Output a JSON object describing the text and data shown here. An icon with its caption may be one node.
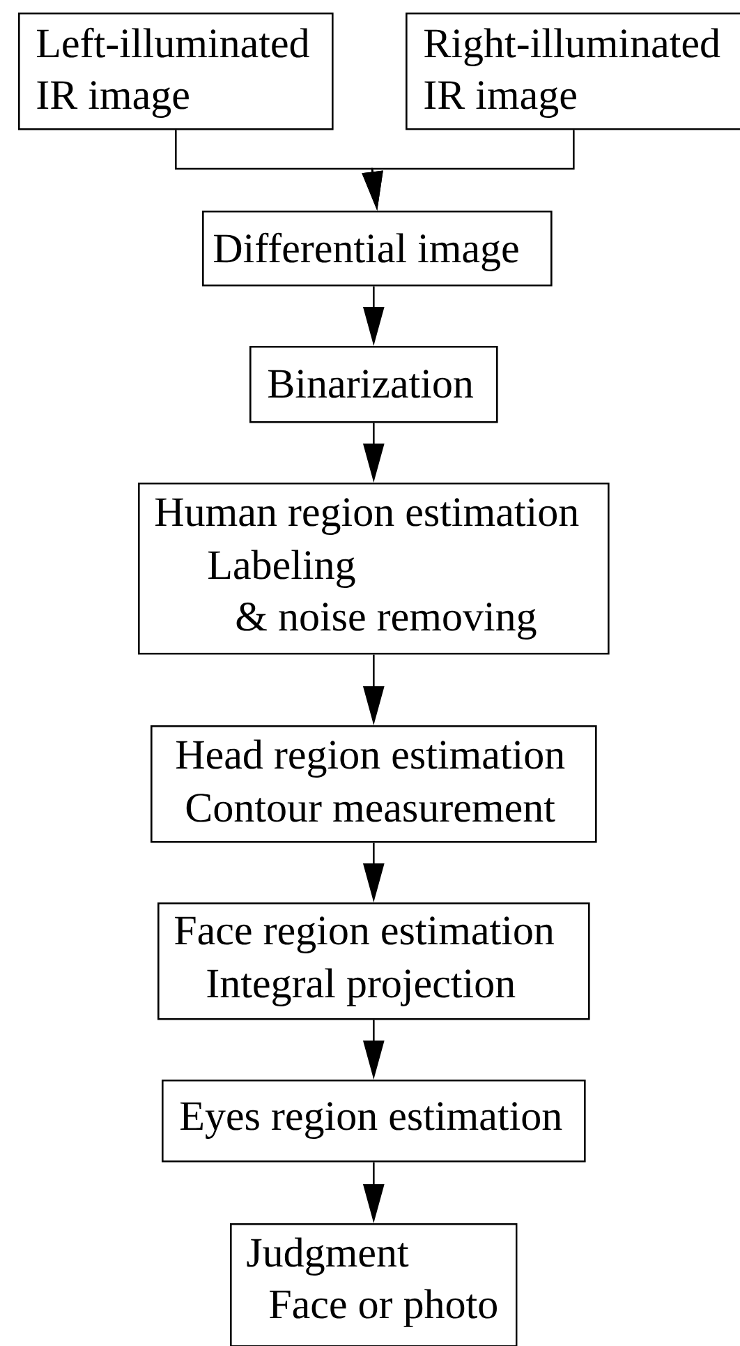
{
  "diagram": {
    "nodes": [
      {
        "text": [
          "Left-illuminated IR image"
        ]
      },
      {
        "text": [
          "Right-illuminated IR image"
        ]
      },
      {
        "text": [
          "Differential image"
        ]
      },
      {
        "text": [
          "Binarization"
        ]
      },
      {
        "text": [
          "Human region estimation",
          "Labeling & noise removing"
        ]
      },
      {
        "text": [
          "Head region estimation",
          "Contour measurement"
        ]
      },
      {
        "text": [
          "Face region estimation",
          "Integral projection"
        ]
      },
      {
        "text": [
          "Eyes region estimation"
        ]
      },
      {
        "text": [
          "Judgment",
          "Face or photo"
        ]
      }
    ],
    "edges": [
      {
        "from": 0,
        "to": 2,
        "arrow": "to"
      },
      {
        "from": 1,
        "to": 2,
        "arrow": "to"
      },
      {
        "from": 2,
        "to": 3,
        "arrow": "to"
      },
      {
        "from": 3,
        "to": 4,
        "arrow": "to"
      },
      {
        "from": 4,
        "to": 5,
        "arrow": "to"
      },
      {
        "from": 5,
        "to": 6,
        "arrow": "to"
      },
      {
        "from": 6,
        "to": 7,
        "arrow": "to"
      },
      {
        "from": 7,
        "to": 8,
        "arrow": "to"
      }
    ]
  }
}
